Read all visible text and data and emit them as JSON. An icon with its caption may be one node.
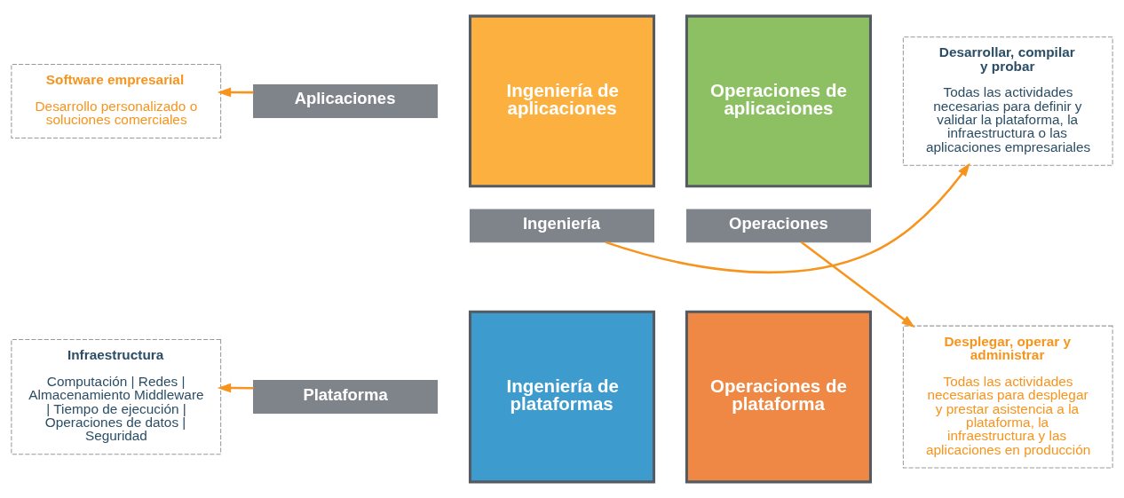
{
  "diagram": {
    "nodes": [
      {
        "text": [
          "Ingeniería"
        ]
      },
      {
        "text": [
          "Operaciones"
        ]
      },
      {
        "text": [
          "Aplicaciones"
        ]
      },
      {
        "text": [
          "Plataforma"
        ]
      },
      {
        "text": [
          "Ingeniería de aplicaciones"
        ]
      },
      {
        "text": [
          "Operaciones de aplicaciones"
        ]
      },
      {
        "text": [
          "Ingeniería de plataformas"
        ]
      },
      {
        "text": [
          "Operaciones de plataforma"
        ]
      },
      {
        "text": [
          "Software empresarial",
          "Desarrollo personalizado o soluciones comerciales"
        ]
      },
      {
        "text": [
          "Infraestructura",
          "Computación | Redes | Almacenamiento Middleware | Tiempo de ejecución | Operaciones de datos | Seguridad"
        ]
      },
      {
        "text": [
          "Desarrollar, compilar y probar",
          "Todas las actividades necesarias para definir y validar la plataforma, la infraestructura o las aplicaciones empresariales"
        ]
      },
      {
        "text": [
          "Desplegar, operar y administrar",
          "Todas las actividades necesarias para desplegar y prestar asistencia a la plataforma, la infraestructura y las aplicaciones en producción"
        ]
      }
    ],
    "edges": [
      {
        "from": 0,
        "to": 10,
        "arrow": "to"
      },
      {
        "from": 1,
        "to": 11,
        "arrow": "to"
      },
      {
        "from": 2,
        "to": 8,
        "arrow": "to"
      },
      {
        "from": 3,
        "to": 9,
        "arrow": "to"
      }
    ]
  }
}
